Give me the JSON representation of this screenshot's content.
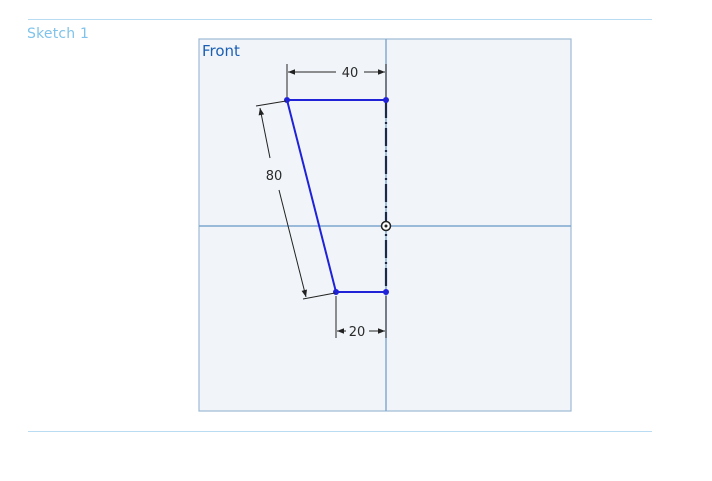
{
  "sketch": {
    "title": "Sketch 1"
  },
  "viewport": {
    "plane_label": "Front"
  },
  "dimensions": {
    "top_width": "40",
    "bottom_width": "20",
    "slant_length": "80"
  },
  "colors": {
    "accent": "#7fc3ea",
    "sketch_line": "#1f22d6",
    "plane_fill": "#f1f5f9",
    "plane_border": "#9cbad6",
    "axis": "#7ea6cf"
  }
}
